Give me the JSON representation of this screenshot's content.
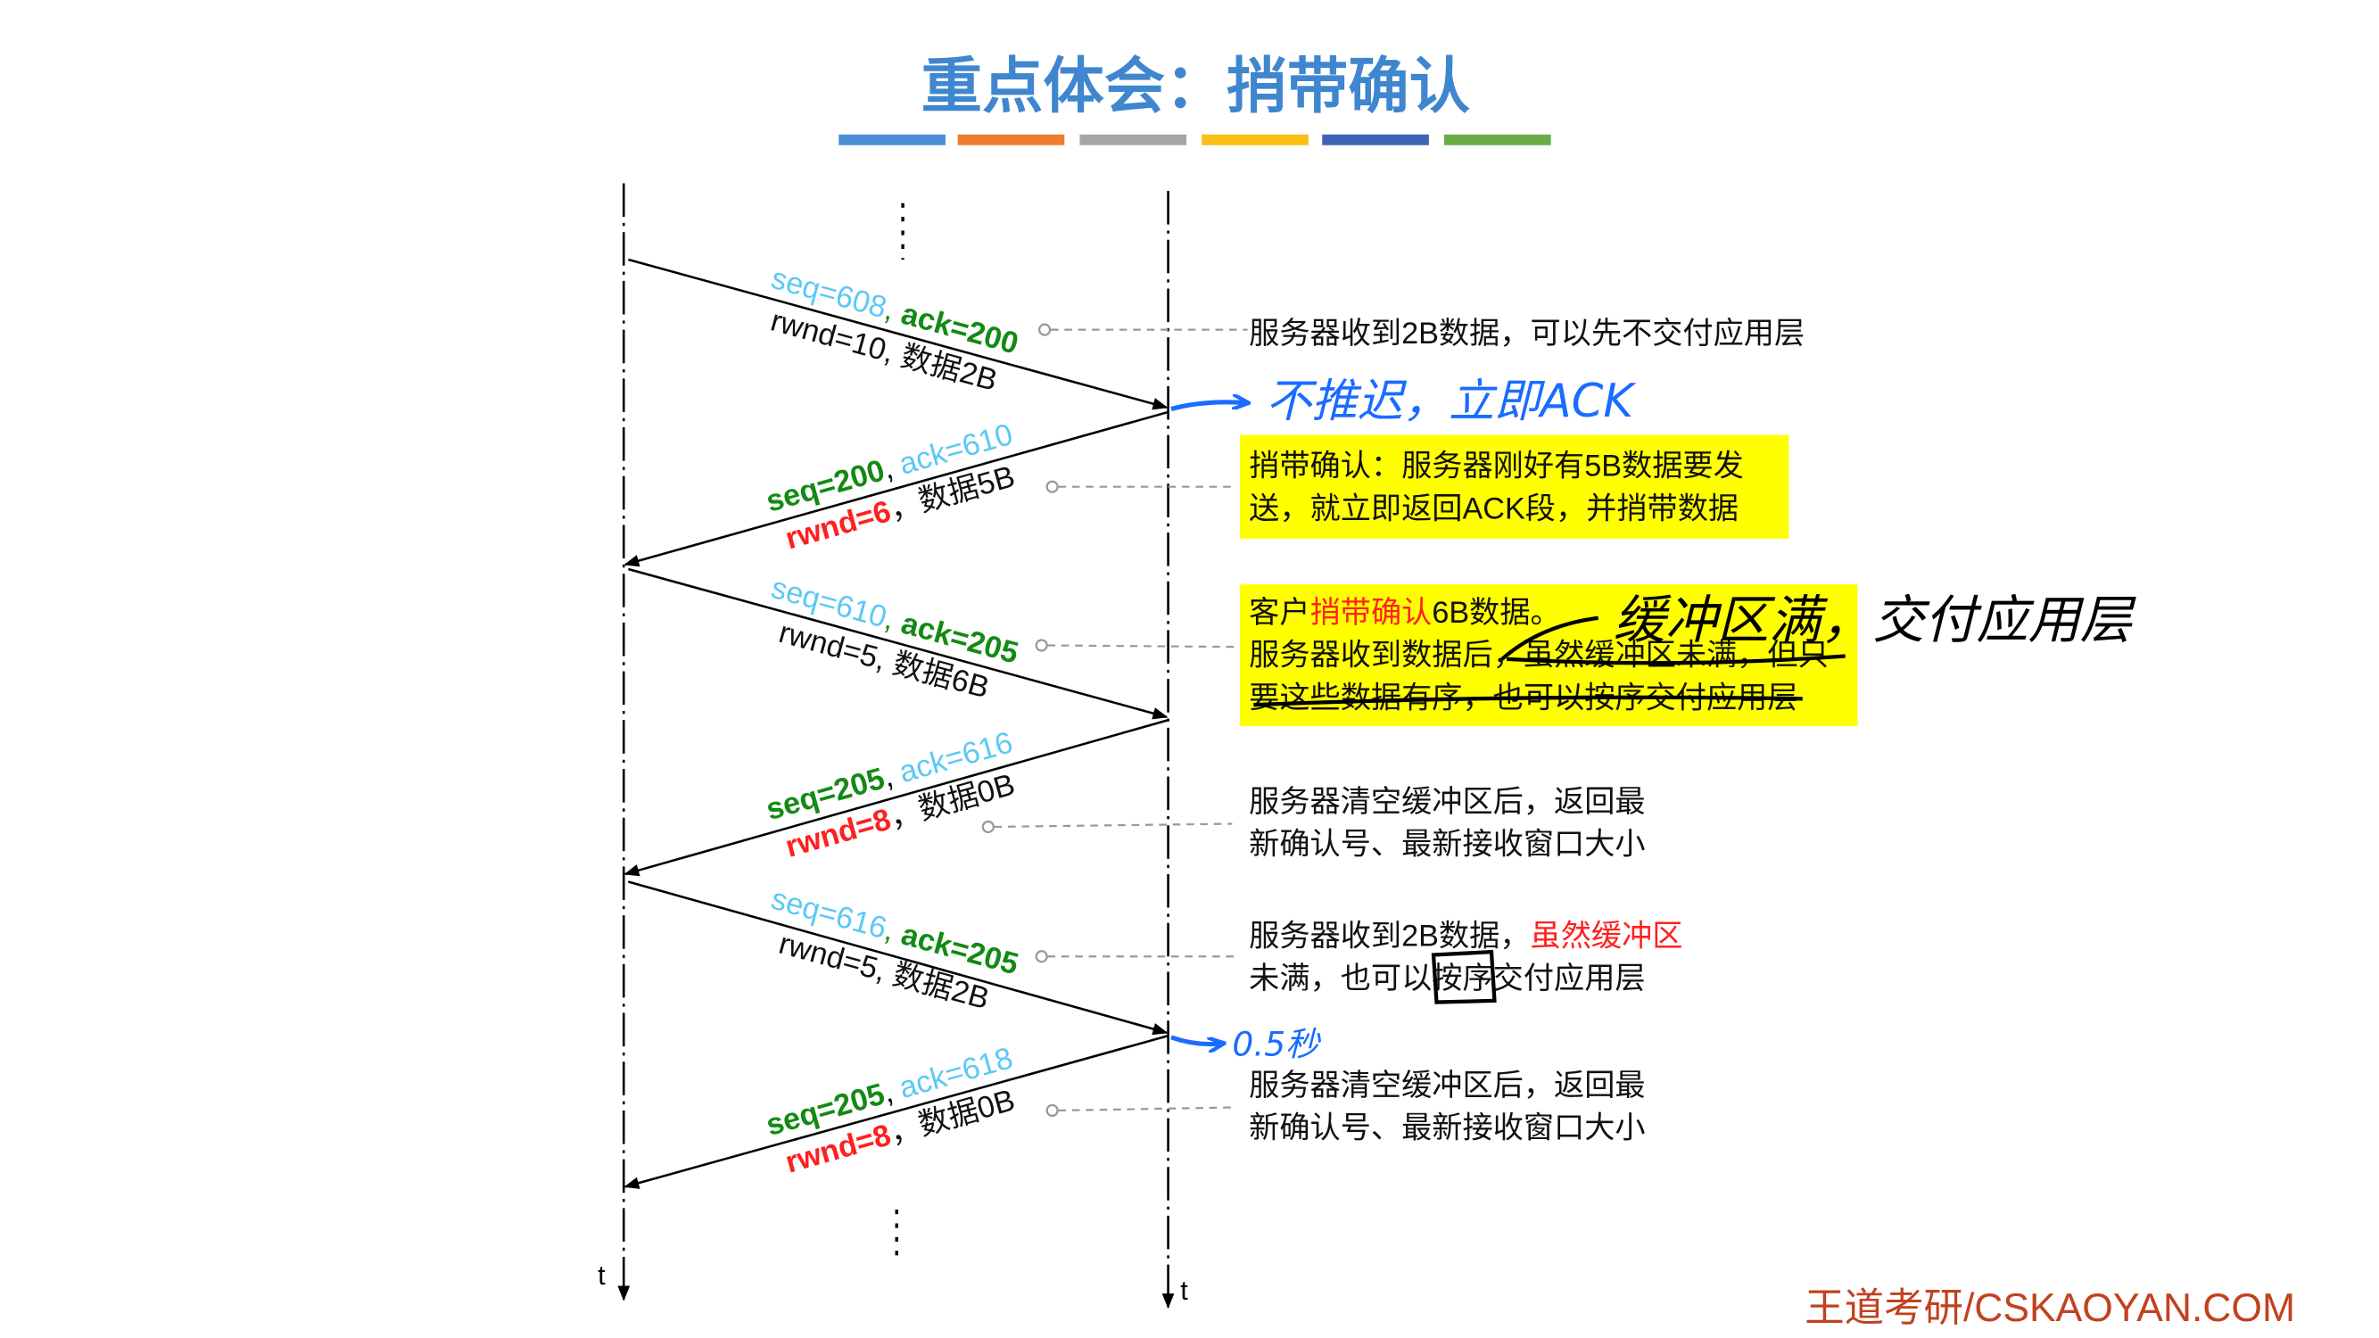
{
  "title": "重点体会：捎带确认",
  "colors": {
    "title": "#3f86cf",
    "bars": [
      "#4a90d9",
      "#ef7d31",
      "#a5a5a5",
      "#fbbe14",
      "#3e64b5",
      "#6aab47"
    ],
    "seq_ack_light": "#5cc8f5",
    "green": "#138a13",
    "red": "#ff2020",
    "highlight": "#ffff00",
    "handwriting_blue": "#1a6cff",
    "footer": "#c2411e"
  },
  "axis": {
    "left_label": "t",
    "right_label": "t"
  },
  "segments": [
    {
      "seq": "seq=608",
      "ack": "ack=200",
      "line2": "rwnd=10, 数据2B"
    },
    {
      "seq": "seq=200",
      "ack": "ack=610",
      "rwnd": "rwnd=6",
      "line2": "，数据5B"
    },
    {
      "seq": "seq=610",
      "ack": "ack=205",
      "line2": "rwnd=5, 数据6B"
    },
    {
      "seq": "seq=205",
      "ack": "ack=616",
      "rwnd": "rwnd=8",
      "line2": "，数据0B"
    },
    {
      "seq": "seq=616",
      "ack": "ack=205",
      "line2": "rwnd=5, 数据2B"
    },
    {
      "seq": "seq=205",
      "ack": "ack=618",
      "rwnd": "rwnd=8",
      "line2": "，数据0B"
    }
  ],
  "notes": {
    "n1": "服务器收到2B数据，可以先不交付应用层",
    "hand1": "不推迟，立即ACK",
    "n2_line1": "捎带确认：服务器刚好有5B数据要发",
    "n2_line2": "送，就立即返回ACK段，并捎带数据",
    "n3_a": "客户",
    "n3_red": "捎带确认",
    "n3_b": "6B数据。",
    "n3_line2_a": "服务器收到数据后，",
    "n3_line2_struck": "虽然缓冲区未满，但只",
    "n3_line3_struck": "要这些数据有序，也可以按序交付应用层",
    "hand2": "缓冲区满，交付应用层",
    "n4_line1": "服务器清空缓冲区后，返回最",
    "n4_line2": "新确认号、最新接收窗口大小",
    "n5_a": "服务器收到2B数据，",
    "n5_red1": "虽然缓冲区",
    "n5_red2": "未满，也可以按序交付应用层",
    "hand3": "0.5秒",
    "n6_line1": "服务器清空缓冲区后，返回最",
    "n6_line2": "新确认号、最新接收窗口大小"
  },
  "footer": "王道考研/CSKAOYAN.COM"
}
